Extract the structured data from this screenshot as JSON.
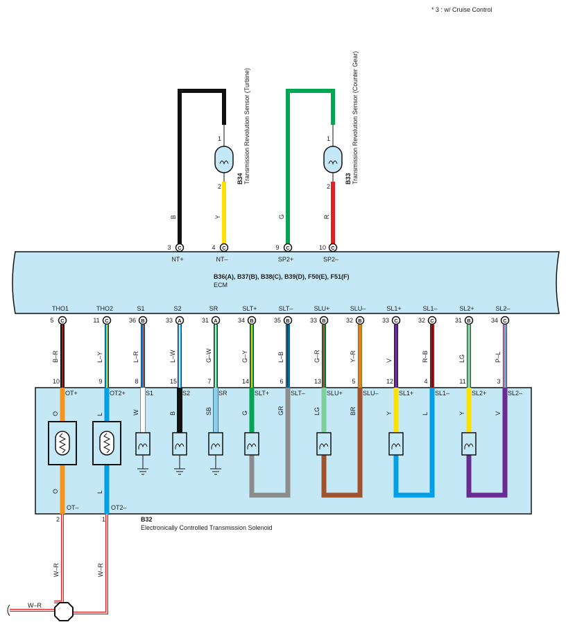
{
  "note": "* 3 : w/ Cruise Control",
  "ecm": {
    "title": "B36(A), B37(B), B38(C), B39(D), F50(E), F51(F)",
    "subtitle": "ECM",
    "top_terminals": [
      {
        "num": "3",
        "conn": "C",
        "sig": "NT+"
      },
      {
        "num": "4",
        "conn": "C",
        "sig": "NT–"
      },
      {
        "num": "9",
        "conn": "C",
        "sig": "SP2+"
      },
      {
        "num": "10",
        "conn": "C",
        "sig": "SP2–"
      }
    ],
    "bottom_terminals": [
      {
        "sig": "THO1",
        "num": "5",
        "conn": "C",
        "wire": "B–R",
        "pin": "10",
        "inner": "OT+",
        "ic": "O",
        "ic2": "O",
        "color": "#f7941d",
        "stripe": "#e02020",
        "wcol": "#111111",
        "wstripe": "#e02020"
      },
      {
        "sig": "THO2",
        "num": "11",
        "conn": "C",
        "wire": "L–Y",
        "pin": "9",
        "inner": "OT2+",
        "ic": "L",
        "ic2": "L",
        "color": "#00a0e6",
        "stripe": "#ffe000",
        "wcol": "#00a0e6",
        "wstripe": "#ffe000"
      },
      {
        "sig": "S1",
        "num": "36",
        "conn": "B",
        "wire": "L–R",
        "pin": "8",
        "inner": "S1",
        "ic": "W",
        "color": "#ffffff",
        "stripe": "#e02020",
        "wcol": "#00a0e6",
        "wstripe": "#e02020"
      },
      {
        "sig": "S2",
        "num": "33",
        "conn": "A",
        "wire": "L–W",
        "pin": "15",
        "inner": "S2",
        "ic": "B",
        "color": "#111111",
        "stripe": "#ffffff",
        "wcol": "#00a0e6",
        "wstripe": "#ffffff"
      },
      {
        "sig": "SR",
        "num": "31",
        "conn": "A",
        "wire": "G–W",
        "pin": "7",
        "inner": "SR",
        "ic": "SB",
        "color": "#87cef0",
        "stripe": "#ffffff",
        "wcol": "#00a651",
        "wstripe": "#ffffff"
      },
      {
        "sig": "SLT+",
        "num": "34",
        "conn": "B",
        "wire": "G–Y",
        "pin": "14",
        "inner": "SLT+",
        "ic": "G",
        "color": "#00a651",
        "stripe": "#ffe000",
        "wcol": "#00a651",
        "wstripe": "#ffe000"
      },
      {
        "sig": "SLT–",
        "num": "35",
        "conn": "B",
        "wire": "L–B",
        "pin": "6",
        "inner": "SLT–",
        "ic": "GR",
        "color": "#8c8c8c",
        "stripe": "#111111",
        "wcol": "#00a0e6",
        "wstripe": "#111111"
      },
      {
        "sig": "SLU+",
        "num": "33",
        "conn": "B",
        "wire": "G–R",
        "pin": "13",
        "inner": "SLU+",
        "ic": "LG",
        "color": "#7fcf9a",
        "stripe": "#e02020",
        "wcol": "#00a651",
        "wstripe": "#e02020"
      },
      {
        "sig": "SLU–",
        "num": "32",
        "conn": "B",
        "wire": "Y–R",
        "pin": "5",
        "inner": "SLU–",
        "ic": "BR",
        "color": "#a0522d",
        "stripe": "#e02020",
        "wcol": "#ffe000",
        "wstripe": "#e02020"
      },
      {
        "sig": "SL1+",
        "num": "33",
        "conn": "C",
        "wire": "V",
        "pin": "12",
        "inner": "SL1+",
        "ic": "Y",
        "color": "#ffe000",
        "stripe": "#6a2c91",
        "wcol": "#6a2c91",
        "wstripe": "#6a2c91"
      },
      {
        "sig": "SL1–",
        "num": "32",
        "conn": "C",
        "wire": "R–B",
        "pin": "4",
        "inner": "SL1–",
        "ic": "L",
        "color": "#00a0e6",
        "stripe": "#111111",
        "wcol": "#e02020",
        "wstripe": "#111111"
      },
      {
        "sig": "SL2+",
        "num": "31",
        "conn": "B",
        "wire": "LG",
        "pin": "11",
        "inner": "SL2+",
        "ic": "Y",
        "color": "#ffe000",
        "stripe": "#7fcf9a",
        "wcol": "#7fcf9a",
        "wstripe": "#7fcf9a"
      },
      {
        "sig": "SL2–",
        "num": "34",
        "conn": "C",
        "wire": "P–L",
        "pin": "3",
        "inner": "SL2–",
        "ic": "V",
        "color": "#6a2c91",
        "stripe": "#00a0e6",
        "wcol": "#f49ac1",
        "wstripe": "#00a0e6"
      }
    ]
  },
  "sensor_turbine": {
    "id": "B34",
    "name": "Transmission Revolution Sensor (Turbine)",
    "pin1": "1",
    "pin2": "2",
    "wire1": "B",
    "wire2": "Y"
  },
  "sensor_counter": {
    "id": "B33",
    "name": "Transmission Revolution Sensor (Counter Gear)",
    "pin1": "1",
    "pin2": "2",
    "wire1": "G",
    "wire2": "R"
  },
  "solenoid": {
    "id": "B32",
    "name": "Electronically Controlled Transmission Solenoid",
    "bottom_pins": [
      {
        "pin": "2",
        "label": "OT–",
        "wire": "W–R"
      },
      {
        "pin": "1",
        "label": "OT2–",
        "wire": "W–R"
      }
    ]
  },
  "ground_wire": "W–R",
  "colors": {
    "ecm_fill": "#c5e8f7",
    "black": "#111111",
    "yellow": "#ffe000",
    "green": "#00a651",
    "red": "#e02020"
  }
}
